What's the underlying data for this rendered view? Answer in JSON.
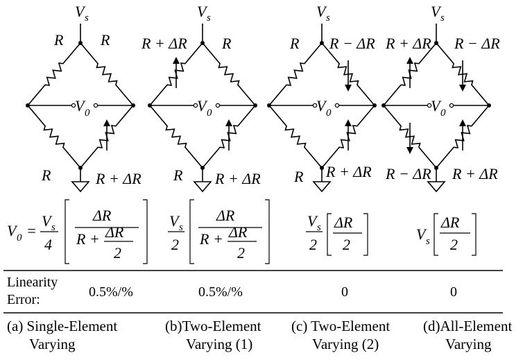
{
  "symbols": {
    "supply": "V",
    "supply_sub": "s",
    "output": "V",
    "output_sub": "0",
    "fixed_r": "R",
    "r_plus": "R + ΔR",
    "r_minus": "R − ΔR"
  },
  "bridges": [
    {
      "id": "a",
      "caption_line1": "(a) Single-Element",
      "caption_line2": "Varying",
      "linearity": "0.5%/%",
      "labels": {
        "top_left": "R",
        "top_right": "R",
        "bottom_left": "R",
        "bottom_right": "R + ΔR"
      },
      "formula": {
        "lead": "V₀ =",
        "num": "V",
        "num_sub": "s",
        "den": "4",
        "inner_num": "ΔR",
        "inner_den_lead": "R +",
        "inner_den_num": "ΔR",
        "inner_den_den": "2"
      }
    },
    {
      "id": "b",
      "caption_line1": "(b)Two-Element",
      "caption_line2": "Varying (1)",
      "linearity": "0.5%/%",
      "labels": {
        "top_left": "R + ΔR",
        "top_right": "R",
        "bottom_left": "R",
        "bottom_right": "R + ΔR"
      },
      "formula": {
        "num": "V",
        "num_sub": "s",
        "den": "2",
        "inner_num": "ΔR",
        "inner_den_lead": "R +",
        "inner_den_num": "ΔR",
        "inner_den_den": "2"
      }
    },
    {
      "id": "c",
      "caption_line1": "(c) Two-Element",
      "caption_line2": "Varying (2)",
      "linearity": "0",
      "labels": {
        "top_left": "R",
        "top_right": "R − ΔR",
        "bottom_left": "R",
        "bottom_right": "R + ΔR"
      },
      "formula": {
        "num": "V",
        "num_sub": "s",
        "den": "2",
        "inner_num": "ΔR",
        "inner_den": "2"
      }
    },
    {
      "id": "d",
      "caption_line1": "(d)All-Element",
      "caption_line2": "Varying",
      "linearity": "0",
      "labels": {
        "top_left": "R + ΔR",
        "top_right": "R − ΔR",
        "bottom_left": "R − ΔR",
        "bottom_right": "R + ΔR"
      },
      "formula": {
        "lead": "V",
        "lead_sub": "s",
        "inner_num": "ΔR",
        "inner_den": "2"
      }
    }
  ],
  "linearity_label_line1": "Linearity",
  "linearity_label_line2": "Error:"
}
